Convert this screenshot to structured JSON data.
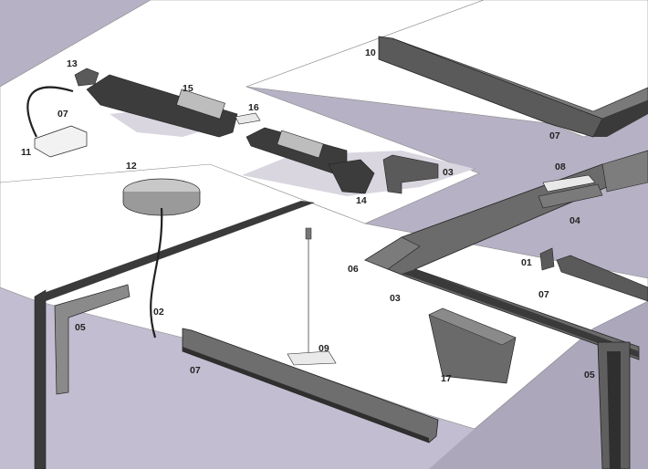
{
  "colors": {
    "wall": "#b6b1c4",
    "wall_light": "#c9c5d4",
    "ceiling": "#ffffff",
    "track_dark": "#3a3a3a",
    "track_mid": "#6b6b6b",
    "track_light": "#9a9a9a",
    "outline": "#222222"
  },
  "labels": {
    "p01": "01",
    "p02": "02",
    "p03a": "03",
    "p03b": "03",
    "p04": "04",
    "p05a": "05",
    "p05b": "05",
    "p06": "06",
    "p07a": "07",
    "p07b": "07",
    "p07c": "07",
    "p07d": "07",
    "p08": "08",
    "p09": "09",
    "p10": "10",
    "p11": "11",
    "p12": "12",
    "p13": "13",
    "p14": "14",
    "p15": "15",
    "p16": "16",
    "p17": "17"
  }
}
